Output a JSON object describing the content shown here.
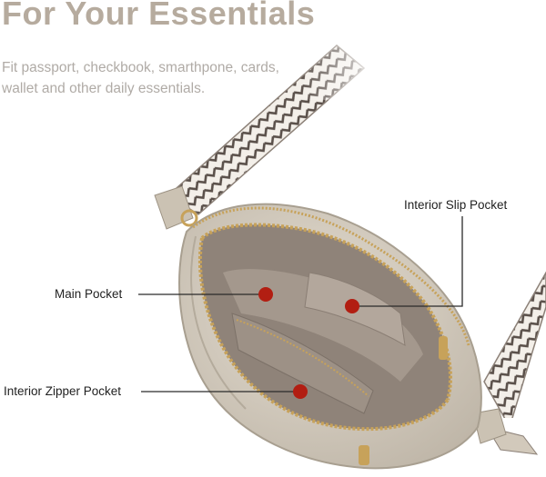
{
  "headline": "For Your Essentials",
  "subline_1": "Fit passport, checkbook, smarthpone, cards,",
  "subline_2": "wallet and other daily essentials.",
  "callouts": {
    "main_pocket": "Main Pocket",
    "interior_slip_pocket": "Interior Slip Pocket",
    "interior_zipper_pocket": "Interior Zipper Pocket"
  },
  "colors": {
    "headline": "#b6ab9e",
    "subtext": "#b0aba6",
    "marker": "#b21e12",
    "bag": "#d9d1c3",
    "lining": "#9a8e84",
    "zipper": "#c7a25a",
    "strap_dark": "#5a504a"
  },
  "icons": {
    "marker": "red-dot-icon"
  }
}
